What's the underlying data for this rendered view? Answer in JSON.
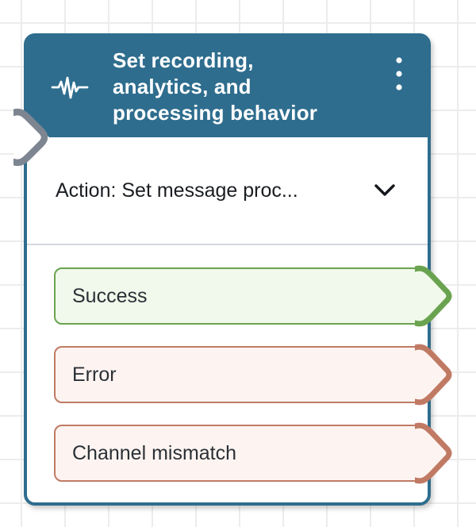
{
  "colors": {
    "header": "#2e6d8e",
    "divider": "#d4d7dc",
    "grid": "#ececec",
    "title_text": "#ffffff",
    "body_text": "#1a1d21",
    "input_connector": "#7d8591",
    "success_border": "#6aa34f",
    "success_fill": "#f1f8ec",
    "error_border": "#c07a64",
    "error_fill": "#fdf4f1"
  },
  "block": {
    "icon": "waveform-icon",
    "title_lines": [
      "Set recording,",
      "analytics, and",
      "processing behavior"
    ],
    "menu_icon": "kebab-menu-icon",
    "action": {
      "label": "Action: Set message proc..."
    },
    "branches": [
      {
        "label": "Success",
        "border_color": "#6aa34f",
        "fill_color": "#f1f8ec"
      },
      {
        "label": "Error",
        "border_color": "#c07a64",
        "fill_color": "#fdf4f1"
      },
      {
        "label": "Channel mismatch",
        "border_color": "#c07a64",
        "fill_color": "#fdf4f1"
      }
    ]
  }
}
